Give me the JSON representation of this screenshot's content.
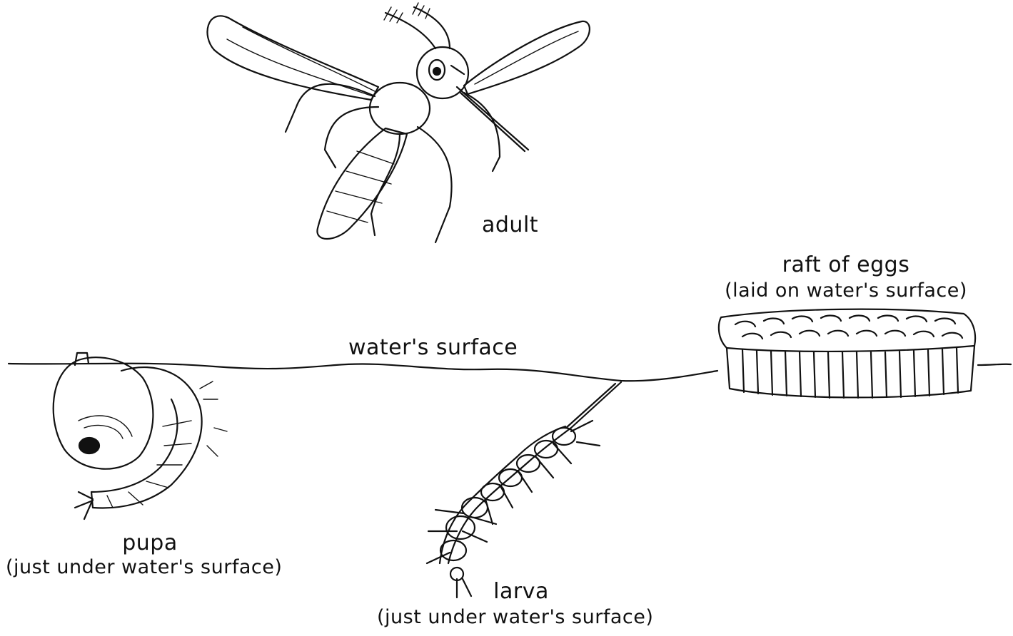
{
  "labels": {
    "adult": "adult",
    "raft_title": "raft of eggs",
    "raft_note": "(laid on water's surface)",
    "water_surface": "water's surface",
    "pupa_title": "pupa",
    "pupa_note": "(just under water's surface)",
    "larva_title": "larva",
    "larva_note": "(just under water's surface)"
  },
  "colors": {
    "ink": "#111111",
    "background": "#ffffff"
  }
}
